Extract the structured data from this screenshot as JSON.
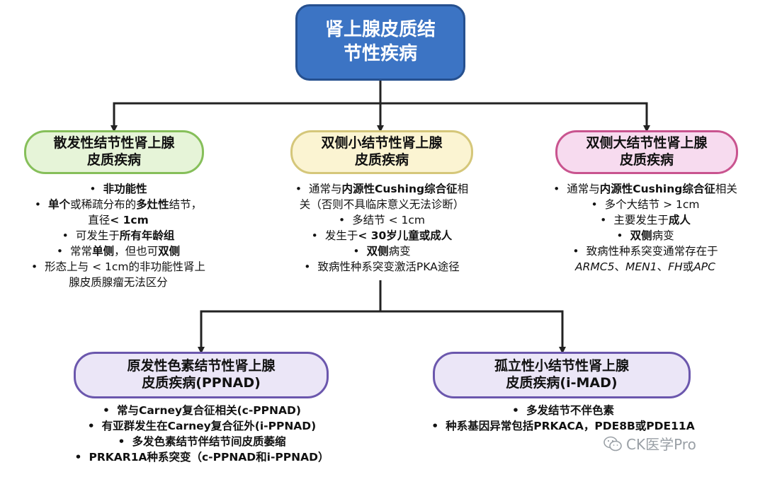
{
  "root": {
    "line1": "肾上腺皮质结",
    "line2": "节性疾病"
  },
  "level1": [
    {
      "title1": "散发性结节性肾上腺",
      "title2": "皮质疾病",
      "items": [
        [
          {
            "t": "非功能性",
            "b": true
          }
        ],
        [
          {
            "t": "单个",
            "b": true
          },
          {
            "t": "或稀疏分布的"
          },
          {
            "t": "多灶性",
            "b": true
          },
          {
            "t": "结节，"
          }
        ],
        [
          {
            "t": "直径"
          },
          {
            "t": "< 1cm",
            "b": true
          }
        ],
        [
          {
            "t": "可发生于"
          },
          {
            "t": "所有年龄组",
            "b": true
          }
        ],
        [
          {
            "t": "常常"
          },
          {
            "t": "单侧",
            "b": true
          },
          {
            "t": "，但也可"
          },
          {
            "t": "双侧",
            "b": true
          }
        ],
        [
          {
            "t": "形态上与 < 1cm的非功能性肾上"
          }
        ],
        [
          {
            "t": "腺皮质腺瘤无法区分"
          }
        ]
      ]
    },
    {
      "title1": "双侧小结节性肾上腺",
      "title2": "皮质疾病",
      "items": [
        [
          {
            "t": "通常与"
          },
          {
            "t": "内源性Cushing综合征",
            "b": true
          },
          {
            "t": "相"
          }
        ],
        [
          {
            "t": "关（否则不具临床意义无法诊断）"
          }
        ],
        [
          {
            "t": "多结节 < 1cm"
          }
        ],
        [
          {
            "t": "发生于"
          },
          {
            "t": "< 30岁儿童或成人",
            "b": true
          }
        ],
        [
          {
            "t": "双侧",
            "b": true
          },
          {
            "t": "病变"
          }
        ],
        [
          {
            "t": "致病性种系突变激活PKA途径"
          }
        ]
      ]
    },
    {
      "title1": "双侧大结节性肾上腺",
      "title2": "皮质疾病",
      "items": [
        [
          {
            "t": "通常与"
          },
          {
            "t": "内源性Cushing综合征",
            "b": true
          },
          {
            "t": "相关"
          }
        ],
        [
          {
            "t": "多个大结节 > 1cm"
          }
        ],
        [
          {
            "t": "主要发生于"
          },
          {
            "t": "成人",
            "b": true
          }
        ],
        [
          {
            "t": "双侧",
            "b": true
          },
          {
            "t": "病变"
          }
        ],
        [
          {
            "t": "致病性种系突变通常存在于"
          }
        ],
        [
          {
            "t": "ARMC5",
            "i": true
          },
          {
            "t": "、"
          },
          {
            "t": "MEN1",
            "i": true
          },
          {
            "t": "、"
          },
          {
            "t": "FH",
            "i": true
          },
          {
            "t": "或"
          },
          {
            "t": "APC",
            "i": true
          }
        ]
      ]
    }
  ],
  "level2": [
    {
      "title1": "原发性色素结节性肾上腺",
      "title2": "皮质疾病(PPNAD)",
      "items": [
        [
          {
            "t": "常与Carney复合征相关(c-PPNAD)"
          }
        ],
        [
          {
            "t": "有亚群发生在Carney复合征外(i-PPNAD)"
          }
        ],
        [
          {
            "t": "多发色素结节伴结节间皮质萎缩"
          }
        ],
        [
          {
            "t": "PRKAR1A种系突变（c-PPNAD和i-PPNAD）"
          }
        ]
      ]
    },
    {
      "title1": "孤立性小结节性肾上腺",
      "title2": "皮质疾病(i-MAD)",
      "items": [
        [
          {
            "t": "多发结节不伴色素"
          }
        ],
        [
          {
            "t": "种系基因异常包括PRKACA，PDE8B或PDE11A"
          }
        ]
      ]
    }
  ],
  "bullets": {
    "col1": [
      true,
      true,
      false,
      true,
      true,
      true,
      false
    ],
    "col2": [
      true,
      false,
      true,
      true,
      true,
      true
    ],
    "col3": [
      true,
      true,
      true,
      true,
      true,
      false
    ],
    "col4": [
      true,
      true,
      true,
      true
    ],
    "col5": [
      true,
      true
    ]
  },
  "watermark": "CK医学Pro",
  "colors": {
    "root": "#3c74c4",
    "green": "#e6f4d8",
    "yellow": "#fbf4d2",
    "pink": "#f7dbef",
    "purple": "#ebe6f7",
    "connector": "#222222"
  }
}
